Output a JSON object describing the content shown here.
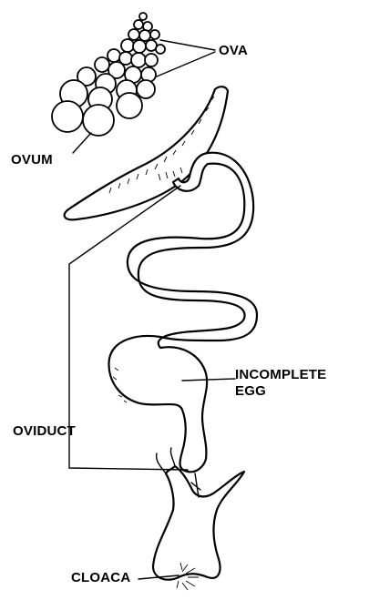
{
  "labels": {
    "ova": "OVA",
    "ovum": "OVUM",
    "incomplete_egg_line1": "INCOMPLETE",
    "incomplete_egg_line2": "EGG",
    "oviduct": "OVIDUCT",
    "cloaca": "CLOACA"
  },
  "colors": {
    "ink": "#000000",
    "paper": "#ffffff"
  }
}
